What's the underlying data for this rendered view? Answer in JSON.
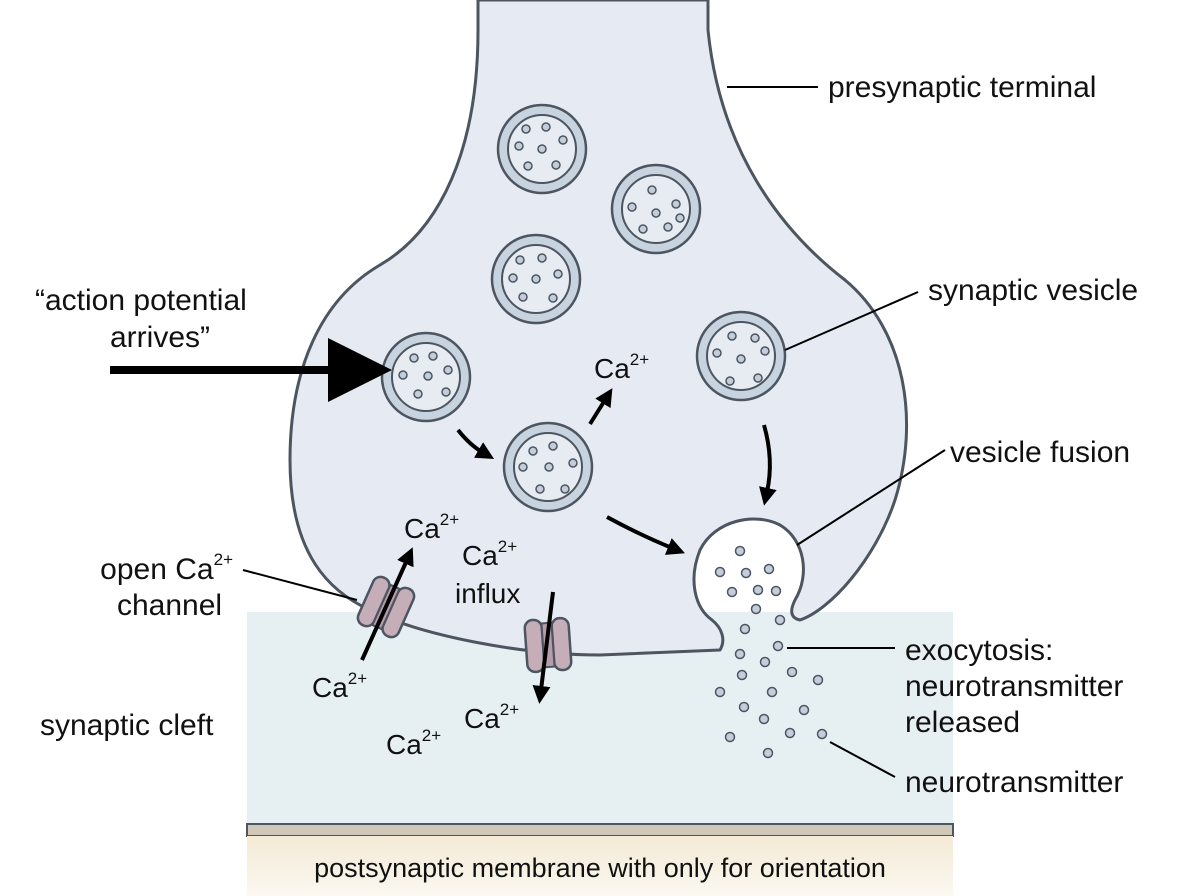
{
  "labels": {
    "presynaptic_terminal": "presynaptic terminal",
    "synaptic_vesicle": "synaptic vesicle",
    "vesicle_fusion": "vesicle fusion",
    "action_potential_line1": "“action potential",
    "action_potential_line2": "arrives”",
    "open_channel_prefix": "open Ca",
    "open_channel_line2": "channel",
    "influx_line2": "influx",
    "exocytosis_line1": "exocytosis:",
    "exocytosis_line2": "neurotransmitter",
    "exocytosis_line3": "released",
    "neurotransmitter": "neurotransmitter",
    "synaptic_cleft": "synaptic cleft",
    "postsynaptic_membrane": "postsynaptic membrane with only for orientation"
  },
  "ion": {
    "symbol": "Ca",
    "charge": "2+"
  },
  "colors": {
    "terminal_fill": "#e6ebf3",
    "cleft_fill": "#e6f0f3",
    "membrane_stroke": "#4c5560",
    "vesicle_fill": "#c8d3e0",
    "vesicle_inner": "#e7ecf2",
    "channel_fill": "#c6aeb8",
    "postsynaptic_fill": "#f7f0e1"
  }
}
